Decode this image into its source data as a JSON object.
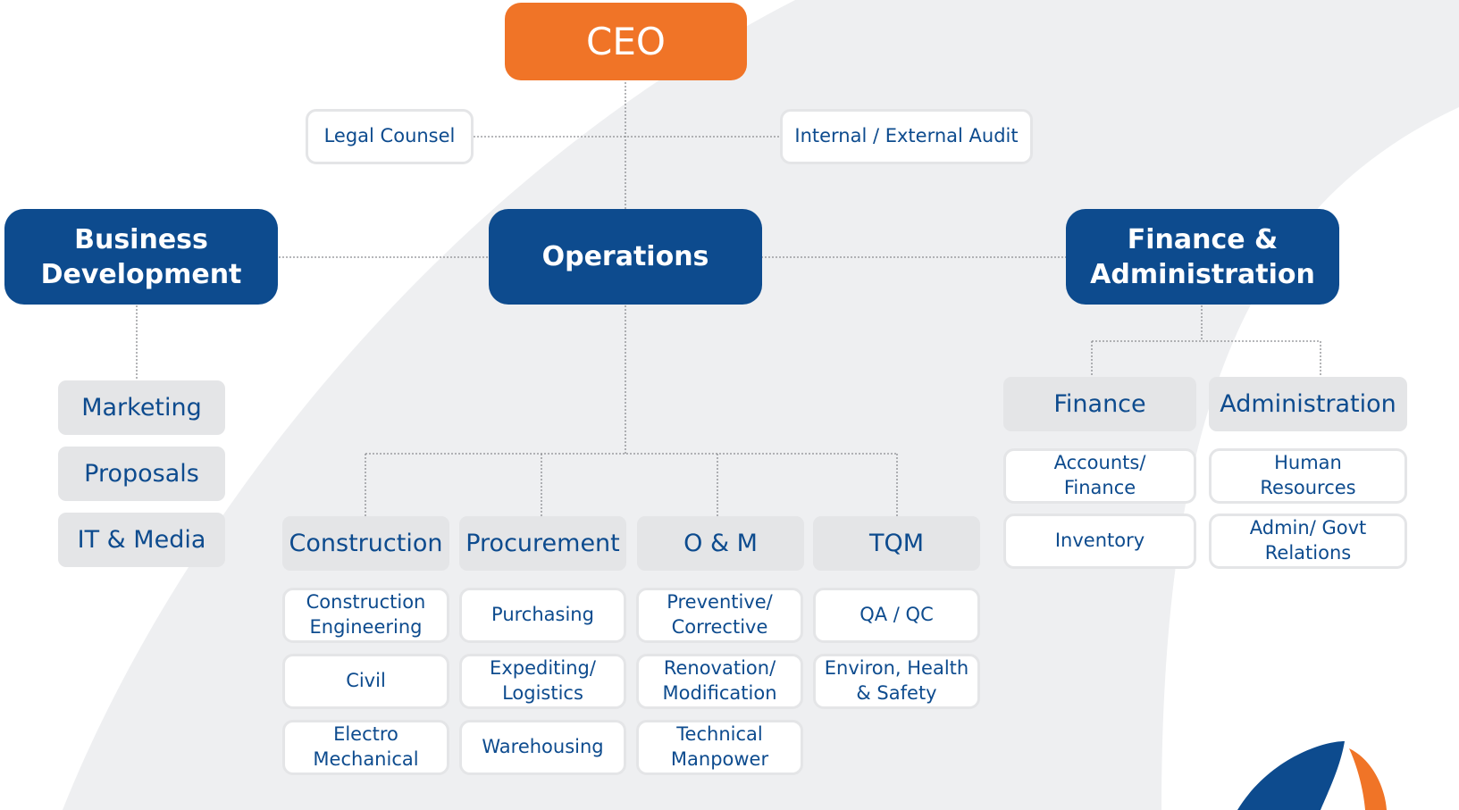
{
  "colors": {
    "accent": "#f07427",
    "brand_blue": "#0d4b8e",
    "grey_box": "#e4e5e7",
    "background_swoosh": "#eeeff1",
    "text_blue": "#0d4b8e"
  },
  "top": {
    "ceo": "CEO",
    "legal": "Legal Counsel",
    "audit": "Internal / External Audit"
  },
  "level2": {
    "bd": "Business\nDevelopment",
    "ops": "Operations",
    "fa": "Finance  &\nAdministration"
  },
  "bd_items": [
    "Marketing",
    "Proposals",
    "IT & Media"
  ],
  "ops_depts": [
    {
      "name": "Construction",
      "items": [
        "Construction\nEngineering",
        "Civil",
        "Electro\nMechanical"
      ]
    },
    {
      "name": "Procurement",
      "items": [
        "Purchasing",
        "Expediting/\nLogistics",
        "Warehousing"
      ]
    },
    {
      "name": "O & M",
      "items": [
        "Preventive/\nCorrective",
        "Renovation/\nModification",
        "Technical\nManpower"
      ]
    },
    {
      "name": "TQM",
      "items": [
        "QA / QC",
        "Environ, Health\n& Safety"
      ]
    }
  ],
  "fa_depts": [
    {
      "name": "Finance",
      "items": [
        "Accounts/\nFinance",
        "Inventory"
      ]
    },
    {
      "name": "Administration",
      "items": [
        "Human\nResources",
        "Admin/ Govt\nRelations"
      ]
    }
  ],
  "logo": {
    "icon": "swoosh-logo-icon"
  }
}
